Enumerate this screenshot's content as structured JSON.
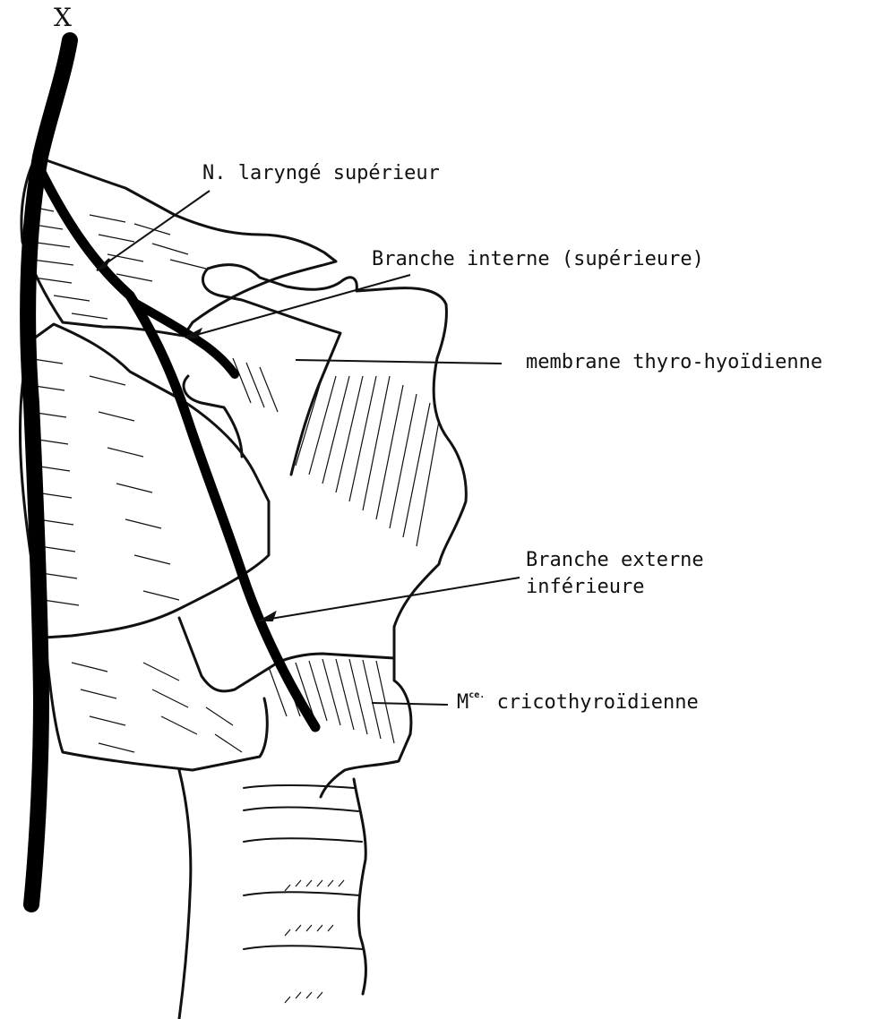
{
  "nerve_label": "X",
  "labels": {
    "laryngeal_nerve": "N. laryngé supérieur",
    "internal_branch": "Branche interne (supérieure)",
    "membrane": "membrane thyro-hyoïdienne",
    "external_branch_line1": "Branche externe",
    "external_branch_line2": "inférieure",
    "muscle_prefix": "M",
    "muscle_superscript": "ce.",
    "muscle_name": "cricothyroïdienne"
  },
  "colors": {
    "ink": "#111111",
    "paper": "#ffffff"
  }
}
